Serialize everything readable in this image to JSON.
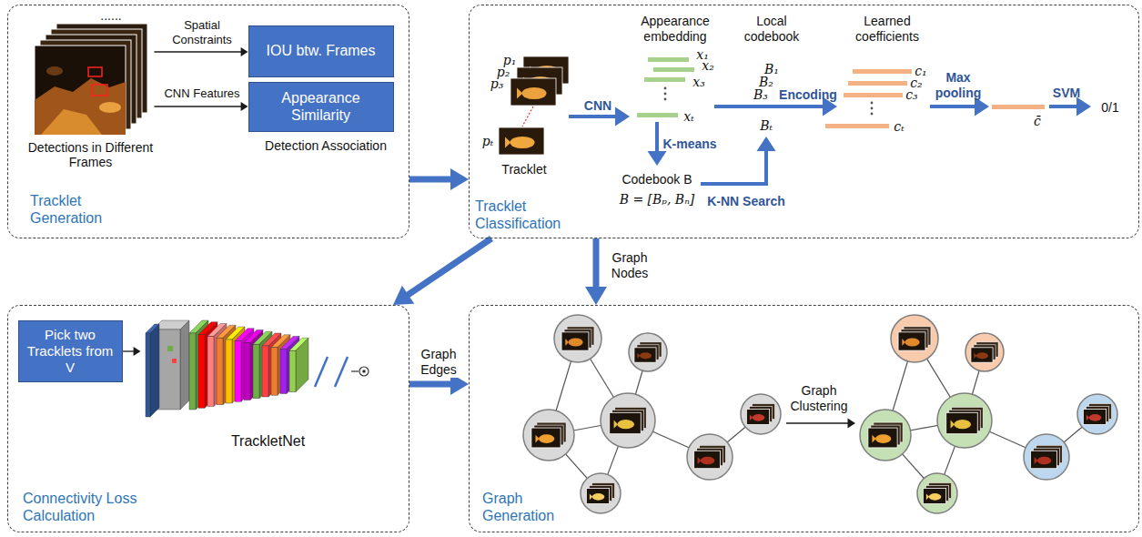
{
  "diagram": {
    "nodes": [
      {
        "text": [
          "Tracklet Generation"
        ]
      },
      {
        "text": [
          "Detections in Different Frames"
        ],
        "in": 0
      },
      {
        "text": [
          "IOU btw. Frames"
        ],
        "in": 0
      },
      {
        "text": [
          "Appearance Similarity"
        ],
        "in": 0
      },
      {
        "text": [
          "Tracklet Classification"
        ]
      },
      {
        "text": [
          "Connectivity Loss Calculation"
        ]
      },
      {
        "text": [
          "Pick two Tracklets from V"
        ],
        "in": 5
      },
      {
        "text": [
          "TrackletNet"
        ],
        "in": 5
      },
      {
        "text": [
          "Graph Generation"
        ]
      }
    ],
    "edges": [
      {
        "from": 1,
        "to": 2,
        "label": "Spatial Constraints",
        "arrow": "to"
      },
      {
        "from": 1,
        "to": 3,
        "label": "CNN Features",
        "arrow": "to"
      },
      {
        "from": 0,
        "to": 4,
        "arrow": "to"
      },
      {
        "from": 4,
        "to": 5,
        "arrow": "to"
      },
      {
        "from": 4,
        "to": 8,
        "label": "Graph Nodes",
        "arrow": "to"
      },
      {
        "from": 6,
        "to": 7,
        "arrow": "to"
      },
      {
        "from": 5,
        "to": 8,
        "label": "Graph Edges",
        "arrow": "to"
      }
    ],
    "labels": [
      "......",
      "Detection Association",
      "p₁",
      "p₂",
      "p₃",
      "pₜ",
      "Tracklet",
      "CNN",
      "Appearance embedding",
      "x₁",
      "x₂",
      "x₃",
      "xₜ",
      "K-means",
      "Codebook B",
      "B = [Bₚ, Bₙ]",
      "K-NN Search",
      "Local codebook",
      "B₁",
      "B₂",
      "B₃",
      "Bₜ",
      "Encoding",
      "Learned coefficients",
      "c₁",
      "c₂",
      "c₃",
      "cₜ",
      "Max pooling",
      "c̄",
      "SVM",
      "0/1",
      "Graph Clustering"
    ]
  }
}
